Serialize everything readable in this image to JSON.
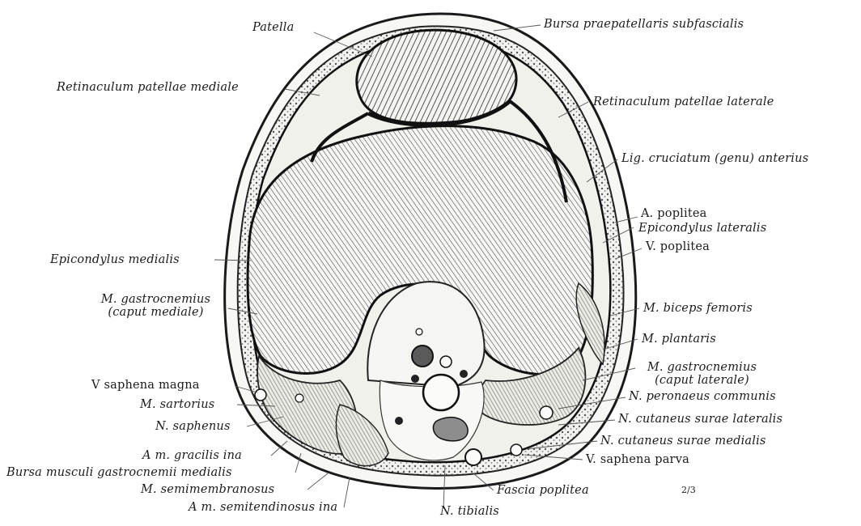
{
  "labels": {
    "patella": "Patella",
    "bursa_praepatellaris": "Bursa praepatellaris subfascialis",
    "retinaculum_mediale": "Retinaculum patellae mediale",
    "retinaculum_laterale": "Retinaculum patellae laterale",
    "lig_cruciatum": "Lig. cruciatum (genu) anterius",
    "a_poplitea": "A. poplitea",
    "epicondylus_lateralis": "Epicondylus lateralis",
    "v_poplitea": "V. poplitea",
    "epicondylus_medialis": "Epicondylus medialis",
    "m_gastrocnemius_med_1": "M. gastrocnemius",
    "m_gastrocnemius_med_2": "(caput mediale)",
    "m_biceps": "M. biceps femoris",
    "m_plantaris": "M. plantaris",
    "m_gastrocnemius_lat_1": "M. gastrocnemius",
    "m_gastrocnemius_lat_2": "(caput laterale)",
    "v_saphena_magna": "V saphena magna",
    "m_sartorius": "M. sartorius",
    "n_peronaeus": "N. peronaeus communis",
    "n_saphenus": "N. saphenus",
    "n_cutaneus_lat": "N. cutaneus surae lateralis",
    "a_gracilis": "A m. gracilis ina",
    "n_cutaneus_med": "N. cutaneus surae medialis",
    "bursa_gastrocnemii": "Bursa musculi gastrocnemii medialis",
    "v_saphena_parva": "V. saphena parva",
    "m_semimembranosus": "M. semimembranosus",
    "fascia_poplitea": "Fascia poplitea",
    "a_semitendinosus": "A m. semitendinosus ina",
    "n_tibialis": "N. tibialis"
  },
  "scale_note": "2/3"
}
